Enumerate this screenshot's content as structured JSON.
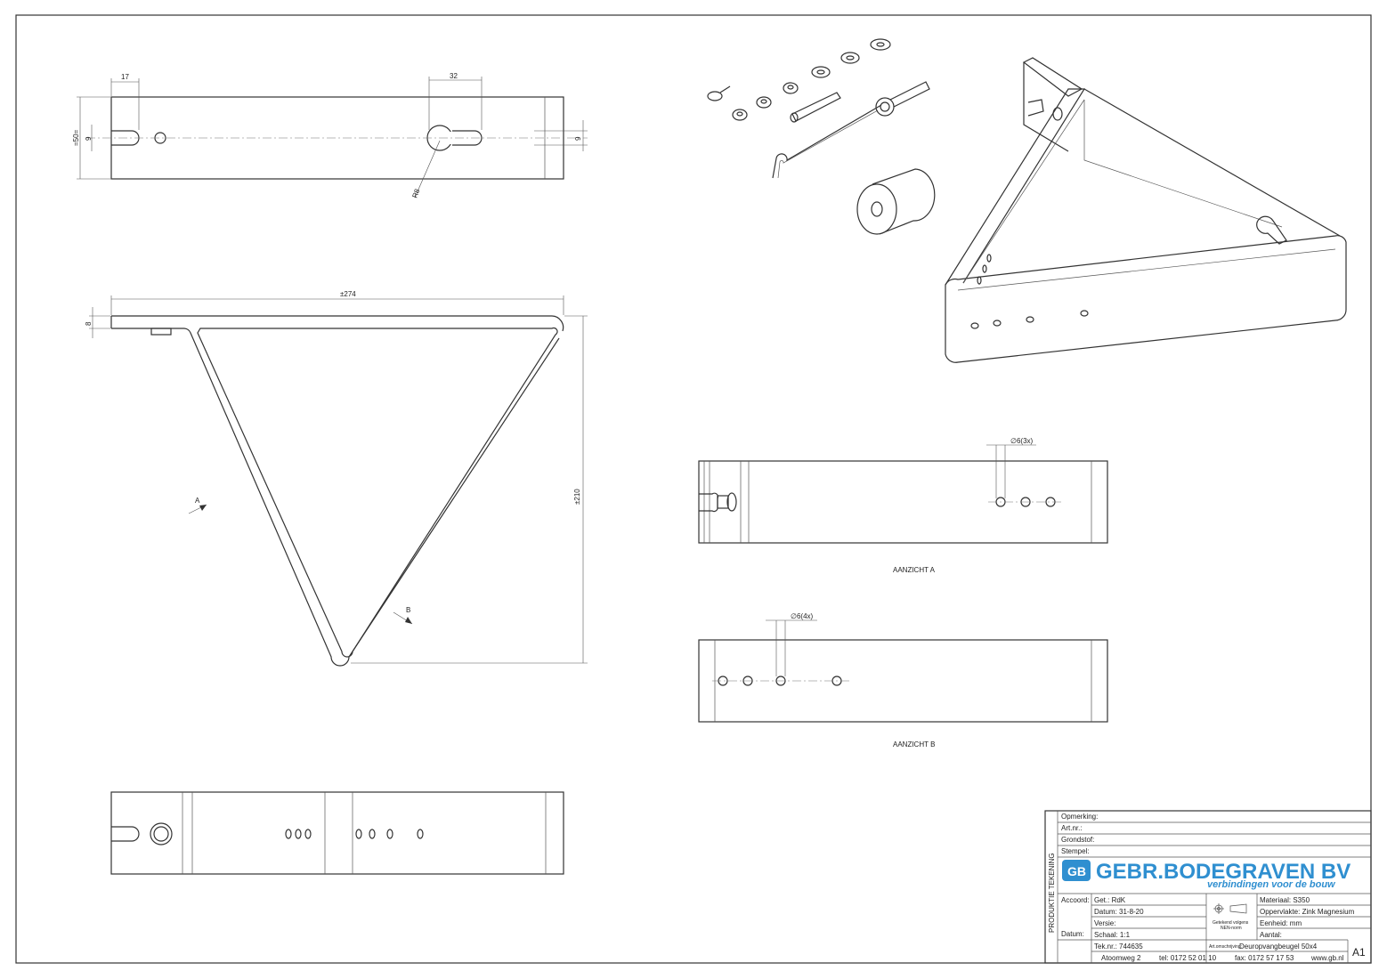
{
  "dims": {
    "w17": "17",
    "w32": "32",
    "h50": "=50=",
    "n9a": "9",
    "n9b": "9",
    "r8": "R8",
    "l274": "±274",
    "t8": "8",
    "h210": "±210",
    "hole3": "∅6(3x)",
    "hole4": "∅6(4x)"
  },
  "markers": {
    "a": "A",
    "b": "B"
  },
  "views": {
    "aanzicht_a": "AANZICHT A",
    "aanzicht_b": "AANZICHT B"
  },
  "title_block": {
    "side_label": "PRODUKTIE TEKENING",
    "opmerking": "Opmerking:",
    "artnr": "Art.nr.:",
    "grondstof": "Grondstof:",
    "stempel": "Stempel:",
    "company": "GEBR.BODEGRAVEN BV",
    "slogan": "verbindingen voor de bouw",
    "logo_letters": "GB",
    "accoord": "Accoord:",
    "datum_label": "Datum:",
    "get": "Get.: RdK",
    "datum": "Datum: 31-8-20",
    "versie": "Versie:",
    "schaal": "Schaal: 1:1",
    "teknr": "Tek.nr.: 744635",
    "getekend": "Getekend volgens",
    "nen": "NEN-norm",
    "materiaal": "Materiaal: S350",
    "oppervlakte": "Oppervlakte: Zink Magnesium",
    "eenheid": "Eenheid: mm",
    "aantal": "Aantal:",
    "artomschrijving": "Art.omschrijving:",
    "omschrijving": "Deuropvangbeugel 50x4",
    "sheet_size": "A1",
    "address": "Atoomweg 2",
    "tel": "tel: 0172 52 01 10",
    "fax": "fax: 0172 57 17 53",
    "web": "www.gb.nl"
  },
  "colors": {
    "logo_blue": "#2f8fd0",
    "line": "#333333"
  }
}
